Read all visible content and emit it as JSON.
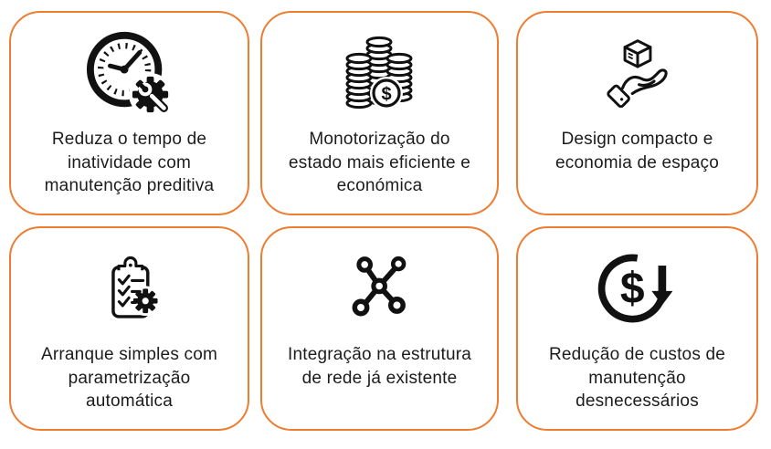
{
  "theme": {
    "card_border_color": "#ED7D31",
    "icon_color": "#111111",
    "text_color": "#1c1c1c",
    "background_color": "#ffffff"
  },
  "symbols": {
    "dollar": "$"
  },
  "cards": [
    {
      "icon": "stopwatch-wrench-gear-icon",
      "text": "Reduza o tempo de\ninatividade com\nmanutenção preditiva"
    },
    {
      "icon": "coin-stacks-dollar-icon",
      "text": "Monotorização do\nestado mais eficiente e\neconómica"
    },
    {
      "icon": "hand-holding-box-icon",
      "text": "Design compacto e\neconomia de espaço"
    },
    {
      "icon": "checklist-gear-icon",
      "text": "Arranque simples com\nparametrização\nautomática"
    },
    {
      "icon": "network-nodes-icon",
      "text": "Integração na estrutura\nde rede já existente"
    },
    {
      "icon": "dollar-circle-down-arrow-icon",
      "text": "Redução de custos de\nmanutenção\ndesnecessários"
    }
  ]
}
